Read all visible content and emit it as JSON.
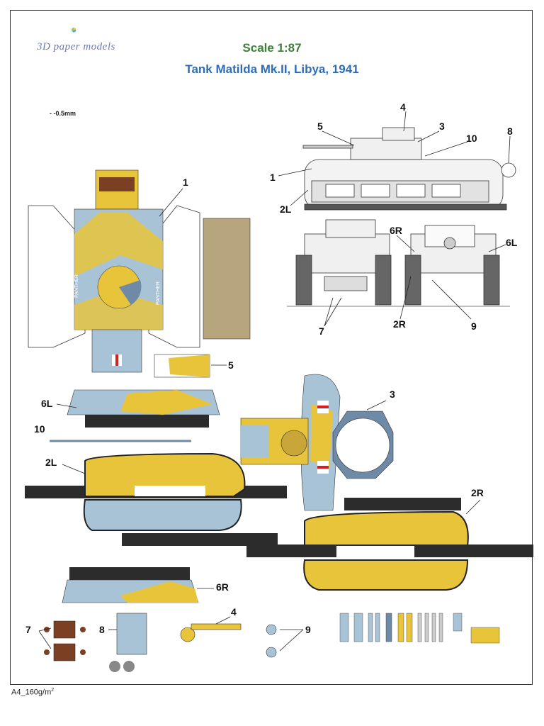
{
  "header": {
    "brand": "3D paper models",
    "scale": "Scale 1:87",
    "title": "Tank Matilda Mk.II, Libya, 1941",
    "glue_note": "- -0.5mm"
  },
  "footer": {
    "paper_spec": "A4_160g/m",
    "paper_spec_sup": "2"
  },
  "part_labels": {
    "p1": "1",
    "p2L": "2L",
    "p2R": "2R",
    "p3": "3",
    "p4": "4",
    "p5": "5",
    "p6L": "6L",
    "p6R": "6R",
    "p7": "7",
    "p8": "8",
    "p9": "9",
    "p10": "10"
  },
  "hull_stencil": "PANTHER",
  "colors": {
    "sky_blue": "#a9c3d6",
    "slate": "#6f8aa6",
    "sand_yellow": "#e8c43a",
    "khaki": "#b7a57e",
    "track": "#2c2c2c",
    "label_green": "#3f7f3a",
    "label_blue": "#2e6db5",
    "red_white_red": "#d42020",
    "brown": "#7b3f24"
  }
}
